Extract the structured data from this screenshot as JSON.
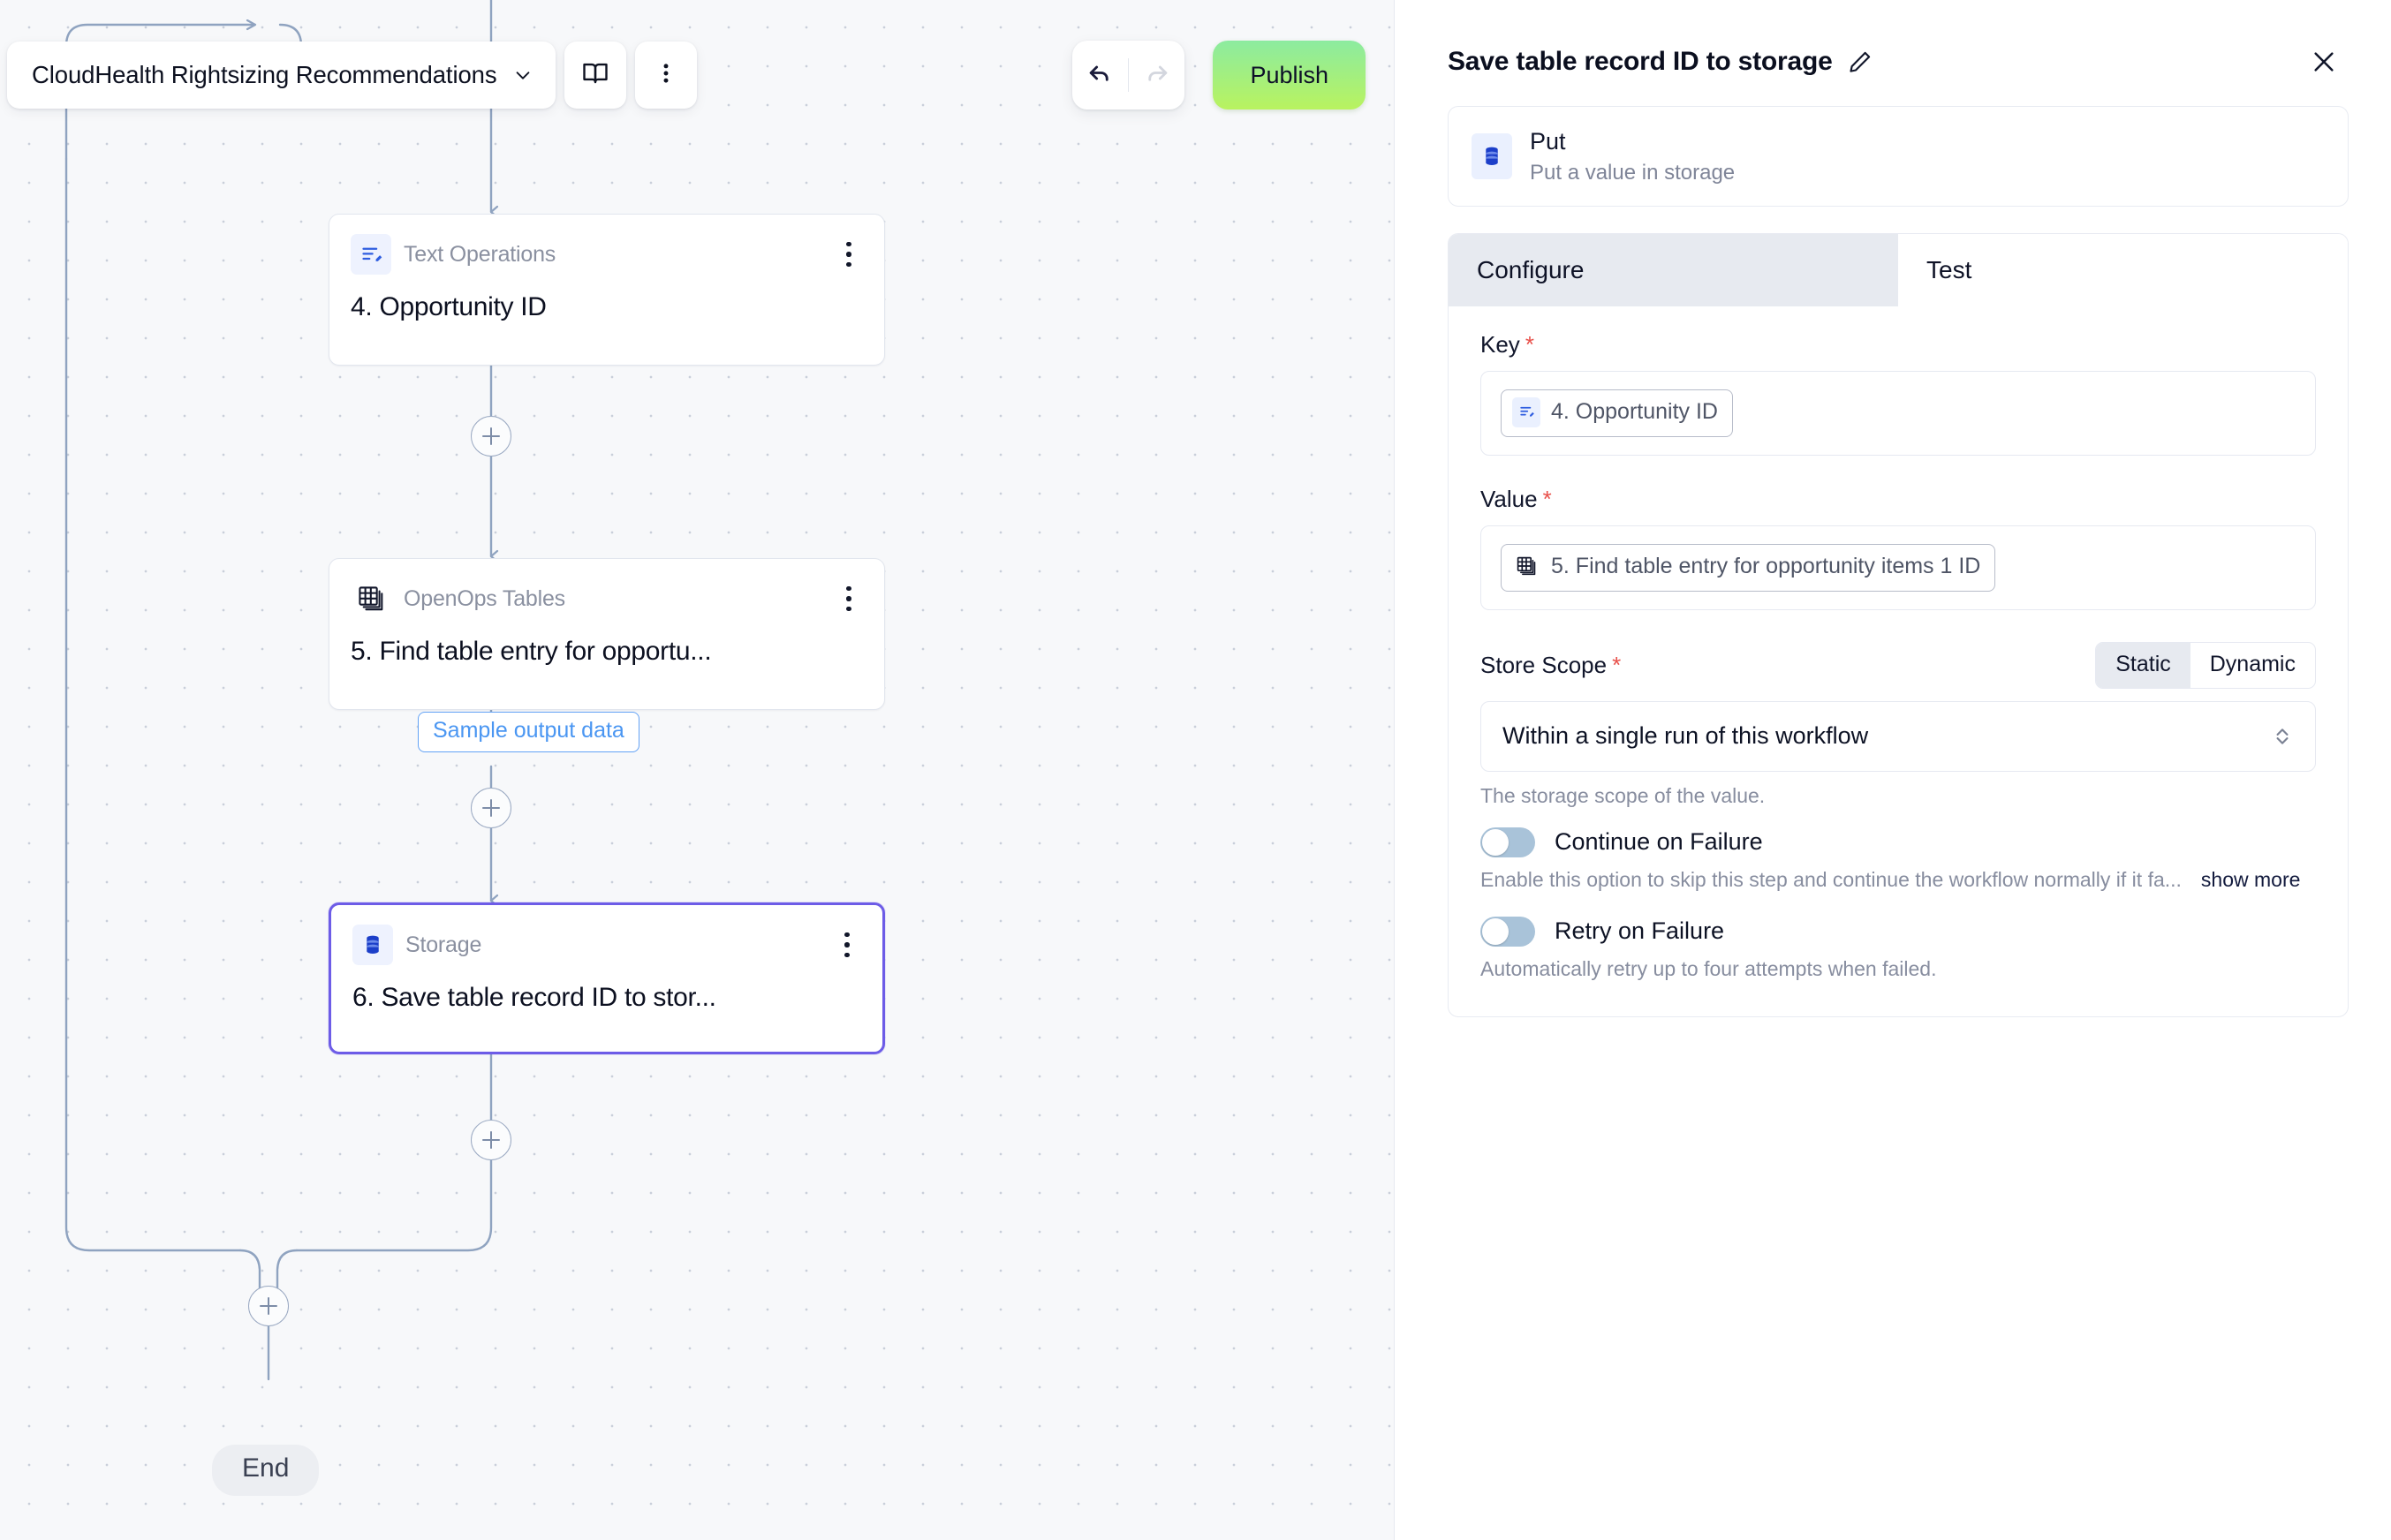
{
  "canvas": {
    "workflow_title": "CloudHealth Rightsizing Recommendations",
    "title_chevron_icon": "chevron-down-icon",
    "docs_icon": "book-icon",
    "more_icon": "kebab-menu-icon",
    "undo_icon": "undo-arrow-icon",
    "redo_icon": "redo-arrow-icon",
    "publish_label": "Publish",
    "add_step_label": "+",
    "sample_output_badge": "Sample output data",
    "end_label": "End",
    "nodes": [
      {
        "type": "Text Operations",
        "title": "4. Opportunity ID",
        "icon": "text-operations-icon",
        "selected": false
      },
      {
        "type": "OpenOps Tables",
        "title": "5. Find table entry for opportu...",
        "icon": "tables-icon",
        "selected": false
      },
      {
        "type": "Storage",
        "title": "6. Save table record ID to stor...",
        "icon": "storage-database-icon",
        "selected": true
      }
    ]
  },
  "panel": {
    "title": "Save table record ID to storage",
    "edit_icon": "pencil-icon",
    "close_icon": "close-icon",
    "piece": {
      "name": "Put",
      "description": "Put a value in storage",
      "icon": "storage-database-icon"
    },
    "tabs": [
      {
        "label": "Configure",
        "active": true
      },
      {
        "label": "Test",
        "active": false
      }
    ],
    "fields": {
      "key": {
        "label": "Key",
        "required_marker": "*",
        "token_text": "4. Opportunity ID",
        "token_icon": "text-operations-icon"
      },
      "value": {
        "label": "Value",
        "required_marker": "*",
        "token_text": "5. Find table entry for opportunity items 1 ID",
        "token_icon": "tables-icon"
      },
      "store_scope": {
        "label": "Store Scope",
        "required_marker": "*",
        "mode_static": "Static",
        "mode_dynamic": "Dynamic",
        "selected_value": "Within a single run of this workflow",
        "hint": "The storage scope of the value."
      },
      "continue_on_failure": {
        "label": "Continue on Failure",
        "description": "Enable this option to skip this step and continue the workflow normally if it fa...",
        "show_more": "show more",
        "enabled": false
      },
      "retry_on_failure": {
        "label": "Retry on Failure",
        "description": "Automatically retry up to four attempts when failed.",
        "enabled": false
      }
    }
  },
  "colors": {
    "accent_selected_node": "#6d5ce7",
    "publish_gradient_start": "#8ceba0",
    "publish_gradient_end": "#b9f35f",
    "sample_badge": "#4a96f2",
    "required_star": "#e8504a",
    "edge_line": "#8fa3c0"
  }
}
